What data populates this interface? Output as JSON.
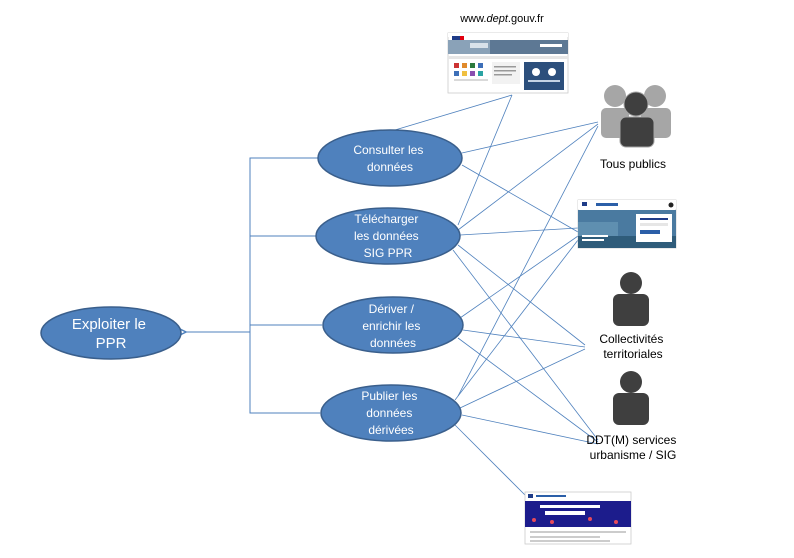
{
  "colors": {
    "ellipse_fill": "#4f81bd",
    "ellipse_stroke": "#3a5f8c",
    "line": "#4f81bd",
    "person": "#3f3f3f",
    "person_light": "#a6a6a6"
  },
  "main_usecase": {
    "lines": [
      "Exploiter le",
      "PPR"
    ]
  },
  "usecases": [
    {
      "lines": [
        "Consulter  les",
        "données"
      ]
    },
    {
      "lines": [
        "Télécharger",
        "les données",
        "SIG  PPR"
      ]
    },
    {
      "lines": [
        "Dériver /",
        "enrichir les",
        "données"
      ]
    },
    {
      "lines": [
        "Publier  les",
        "données",
        "dérivées"
      ]
    }
  ],
  "website": {
    "url_prefix": "www.",
    "url_italic": "dept",
    "url_suffix": ".gouv.fr"
  },
  "actors": [
    {
      "lines": [
        "Tous  publics"
      ],
      "icon": "group-people-icon"
    },
    {
      "lines": [
        "Collectivités",
        "territoriales"
      ],
      "icon": "person-icon"
    },
    {
      "lines": [
        "DDT(M) services",
        "urbanisme / SIG"
      ],
      "icon": "person-icon"
    }
  ],
  "thumbnails": [
    {
      "name": "dept-gouv-website-thumbnail"
    },
    {
      "name": "georisques-website-thumbnail"
    },
    {
      "name": "geoportail-urbanisme-website-thumbnail"
    }
  ]
}
